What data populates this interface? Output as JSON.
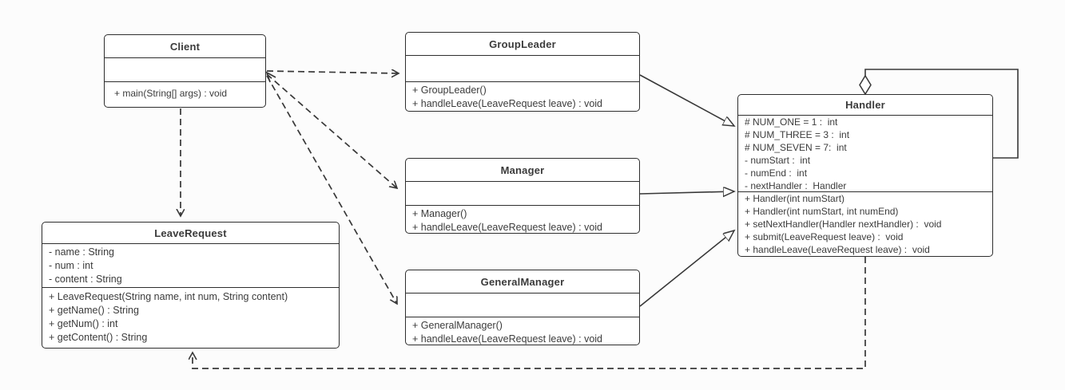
{
  "diagram_type": "uml-class-diagram",
  "colors": {
    "line": "#383838",
    "box_border": "#2e2e2e",
    "background": "#fcfcfc",
    "text": "#3b3b3b"
  },
  "classes": {
    "client": {
      "name": "Client",
      "attributes": [],
      "methods": [
        "+ main(String[] args) : void"
      ]
    },
    "group_leader": {
      "name": "GroupLeader",
      "attributes": [],
      "methods": [
        "+ GroupLeader()",
        "+ handleLeave(LeaveRequest leave) : void"
      ]
    },
    "manager": {
      "name": "Manager",
      "attributes": [],
      "methods": [
        "+ Manager()",
        "+ handleLeave(LeaveRequest leave) : void"
      ]
    },
    "general_manager": {
      "name": "GeneralManager",
      "attributes": [],
      "methods": [
        "+ GeneralManager()",
        "+ handleLeave(LeaveRequest leave) : void"
      ]
    },
    "handler": {
      "name": "Handler",
      "attributes": [
        "# NUM_ONE = 1 :  int",
        "# NUM_THREE = 3 :  int",
        "# NUM_SEVEN = 7:  int",
        "- numStart :  int",
        "- numEnd :  int",
        "- nextHandler :  Handler"
      ],
      "methods": [
        "+ Handler(int numStart)",
        "+ Handler(int numStart, int numEnd)",
        "+ setNextHandler(Handler nextHandler) :  void",
        "+ submit(LeaveRequest leave) :  void",
        "+ handleLeave(LeaveRequest leave) :  void"
      ]
    },
    "leave_request": {
      "name": "LeaveRequest",
      "attributes": [
        "- name : String",
        "- num : int",
        "- content : String"
      ],
      "methods": [
        "+ LeaveRequest(String name, int num, String content)",
        "+ getName() : String",
        "+ getNum() : int",
        "+ getContent() : String"
      ]
    }
  },
  "relationships": [
    {
      "from": "Client",
      "to": "GroupLeader",
      "type": "dependency"
    },
    {
      "from": "Client",
      "to": "Manager",
      "type": "dependency"
    },
    {
      "from": "Client",
      "to": "GeneralManager",
      "type": "dependency"
    },
    {
      "from": "Client",
      "to": "LeaveRequest",
      "type": "dependency"
    },
    {
      "from": "Handler",
      "to": "LeaveRequest",
      "type": "dependency"
    },
    {
      "from": "GroupLeader",
      "to": "Handler",
      "type": "generalization"
    },
    {
      "from": "Manager",
      "to": "Handler",
      "type": "generalization"
    },
    {
      "from": "GeneralManager",
      "to": "Handler",
      "type": "generalization"
    },
    {
      "from": "Handler",
      "to": "Handler",
      "type": "aggregation"
    }
  ]
}
